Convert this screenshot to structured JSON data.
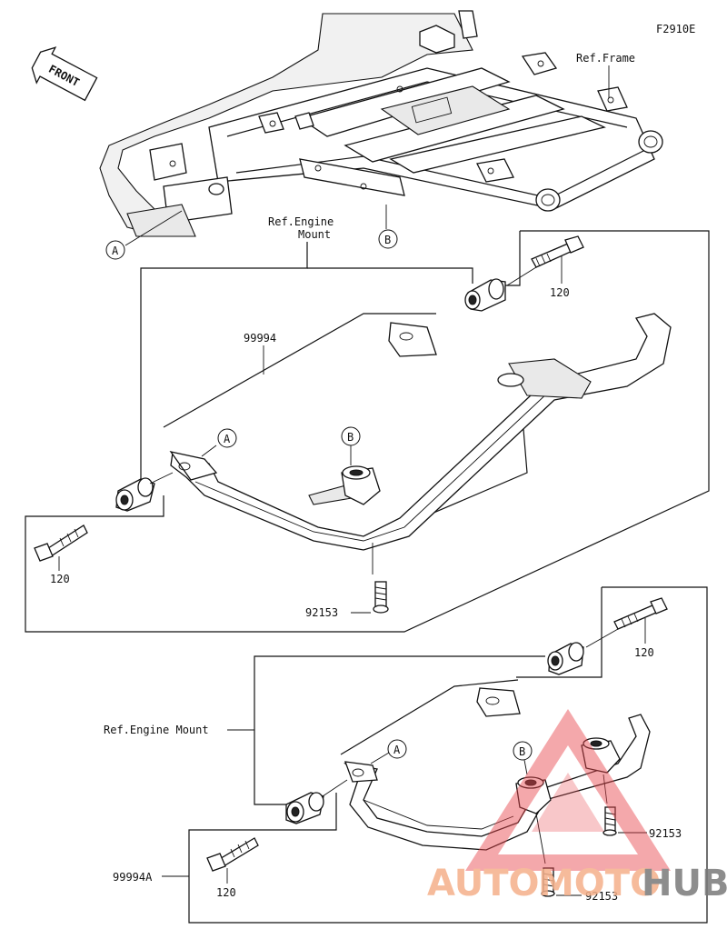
{
  "figure_code": "F2910E",
  "front_label": "FRONT",
  "labels": {
    "ref_frame": "Ref.Frame",
    "ref_engine_mount_upper": [
      "Ref.Engine",
      "Mount"
    ],
    "ref_engine_mount_lower": "Ref.Engine Mount",
    "callout_a": "A",
    "callout_b": "B"
  },
  "parts": {
    "guard_upper": "99994",
    "guard_lower": "99994A",
    "bolt_upper_right": "120",
    "bolt_upper_left": "120",
    "bolt_lower_right": "120",
    "bolt_lower_left": "120",
    "screw_upper": "92153",
    "screw_lower_right": "92153",
    "screw_lower_bottom": "92153"
  },
  "watermark": {
    "auto": "AUTO",
    "moto": "MOTO",
    "hub": "HUB",
    "auto_color": "#f5b08a",
    "moto_color": "#f5b08a",
    "hub_color": "#7a7a7a",
    "triangle_color": "#e8454a"
  }
}
